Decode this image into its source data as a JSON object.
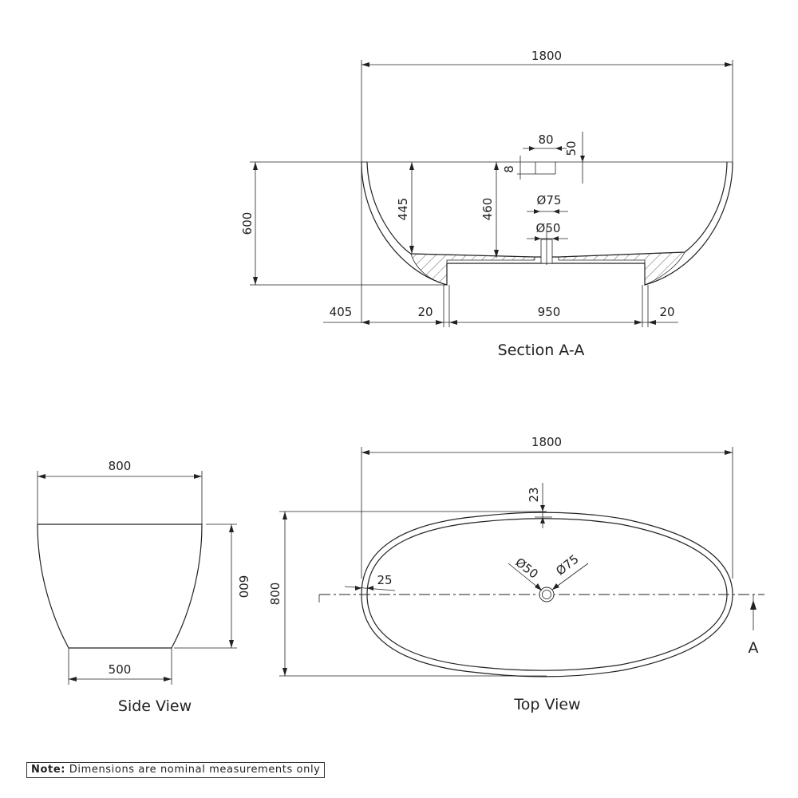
{
  "section": {
    "title": "Section A-A",
    "dims": {
      "overall_length": "1800",
      "height": "600",
      "depth_inner": "445",
      "depth_waste": "460",
      "waste_width": "80",
      "waste_height": "50",
      "waste_lip": "8",
      "waste_outer_dia": "Ø75",
      "waste_inner_dia": "Ø50",
      "left_offset": "405",
      "left_wall": "20",
      "base_width": "950",
      "right_wall": "20"
    }
  },
  "side": {
    "title": "Side View",
    "dims": {
      "top_width": "800",
      "height": "600",
      "base_width": "500"
    }
  },
  "top": {
    "title": "Top View",
    "dims": {
      "length": "1800",
      "width": "800",
      "rim_top": "23",
      "rim_side": "25",
      "waste_inner_dia": "Ø50",
      "waste_outer_dia": "Ø75"
    },
    "section_marker": "A"
  },
  "note": {
    "label": "Note:",
    "text": "Dimensions are nominal measurements only"
  }
}
